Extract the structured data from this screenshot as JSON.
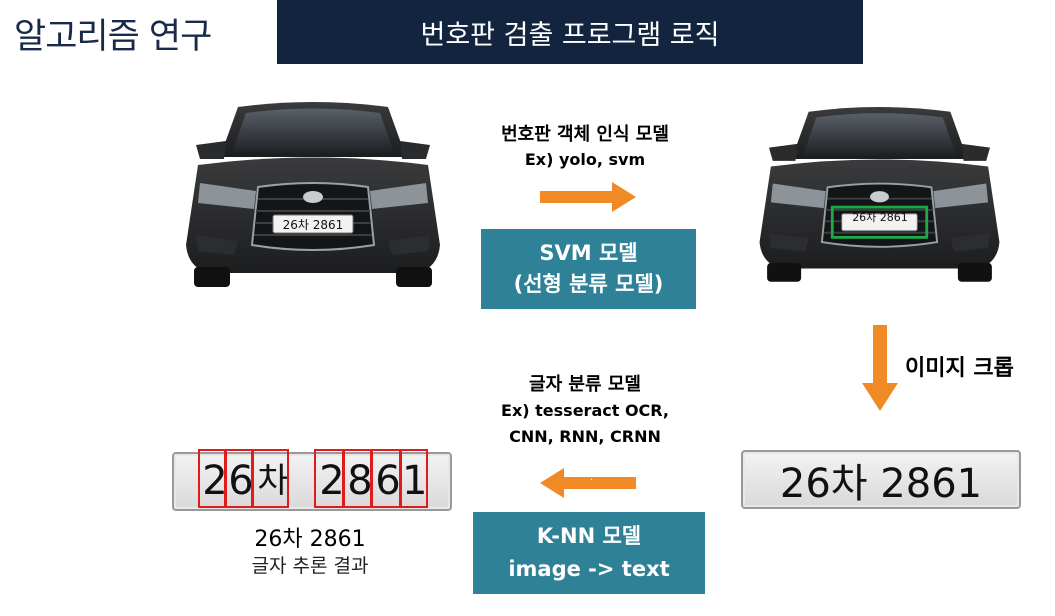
{
  "header": {
    "section_title": "알고리즘 연구",
    "banner_title": "번호판 검출 프로그램 로직"
  },
  "car_plate_text": "26차 2861",
  "step1": {
    "title": "번호판 객체 인식 모델",
    "subtitle": "Ex) yolo, svm",
    "box_line1": "SVM 모델",
    "box_line2": "(선형 분류 모델)"
  },
  "step2": {
    "label": "이미지 크롭"
  },
  "step3": {
    "title": "글자 분류 모델",
    "sub_line1": "Ex) tesseract OCR,",
    "sub_line2": "CNN, RNN, CRNN",
    "box_line1": "K-NN 모델",
    "box_line2": "image -> text",
    "arrow_dot": "."
  },
  "cropped_plate": {
    "text": "26차 2861"
  },
  "segmented_plate": {
    "chars": [
      "2",
      "6",
      "차",
      "2",
      "8",
      "6",
      "1"
    ]
  },
  "result": {
    "value": "26차 2861",
    "caption": "글자 추론 결과"
  },
  "colors": {
    "banner_bg": "#13243f",
    "teal_box": "#2e8196",
    "arrow_orange": "#f08a24",
    "detect_box": "#1fa84a",
    "segment_box": "#e01b1b"
  },
  "icons": {
    "right_arrow": "right-arrow-icon",
    "down_arrow": "down-arrow-icon",
    "left_arrow": "left-arrow-icon"
  }
}
